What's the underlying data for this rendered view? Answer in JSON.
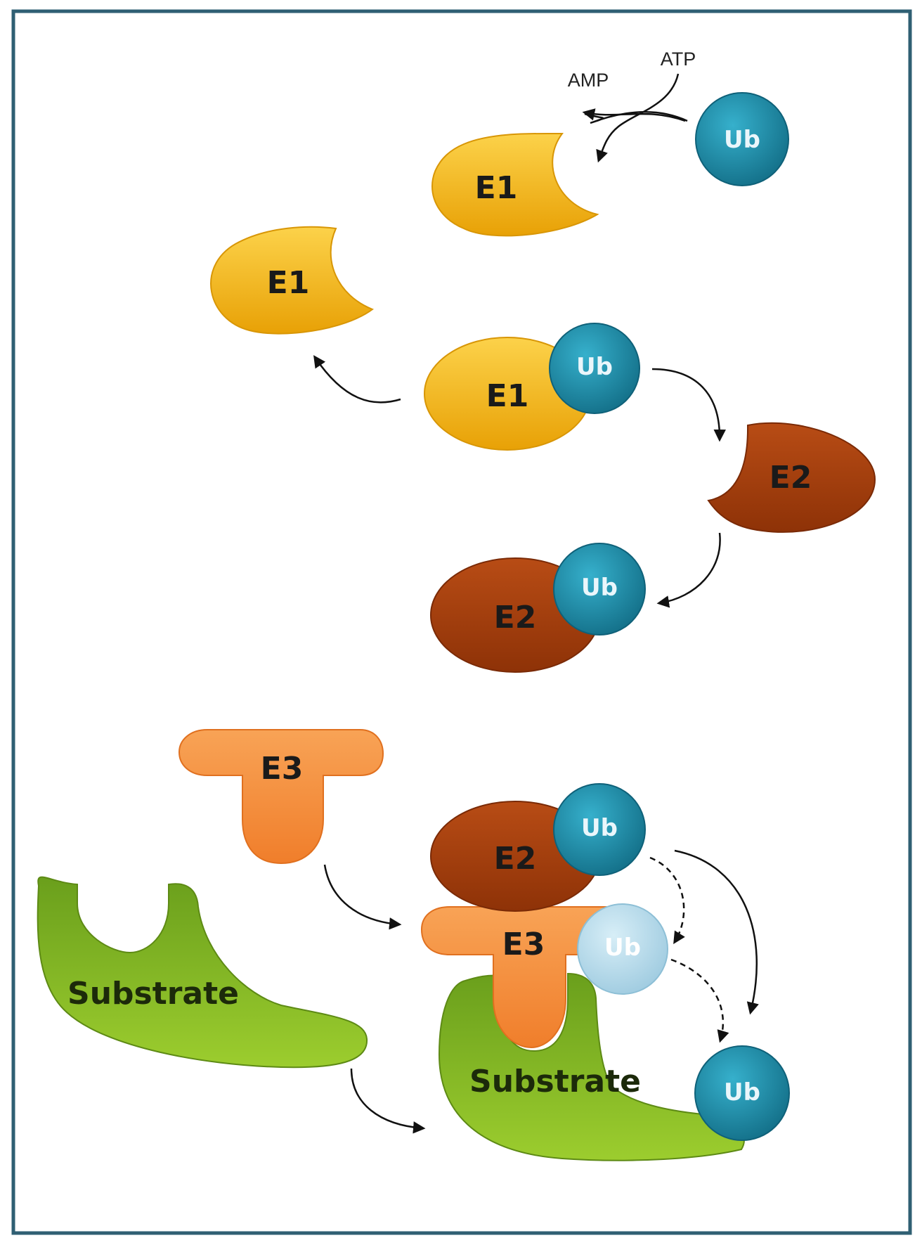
{
  "labels": {
    "atp": "ATP",
    "amp": "AMP",
    "ub": "Ub",
    "e1": "E1",
    "e2": "E2",
    "e3": "E3",
    "substrate": "Substrate"
  },
  "colors": {
    "frame": "#2f5f73",
    "e1": "#f3b60f",
    "e2": "#a8400e",
    "e3": "#f79240",
    "ub": "#1d8eaa",
    "ub_light": "#b7dbea",
    "substrate": "#7bae22"
  }
}
